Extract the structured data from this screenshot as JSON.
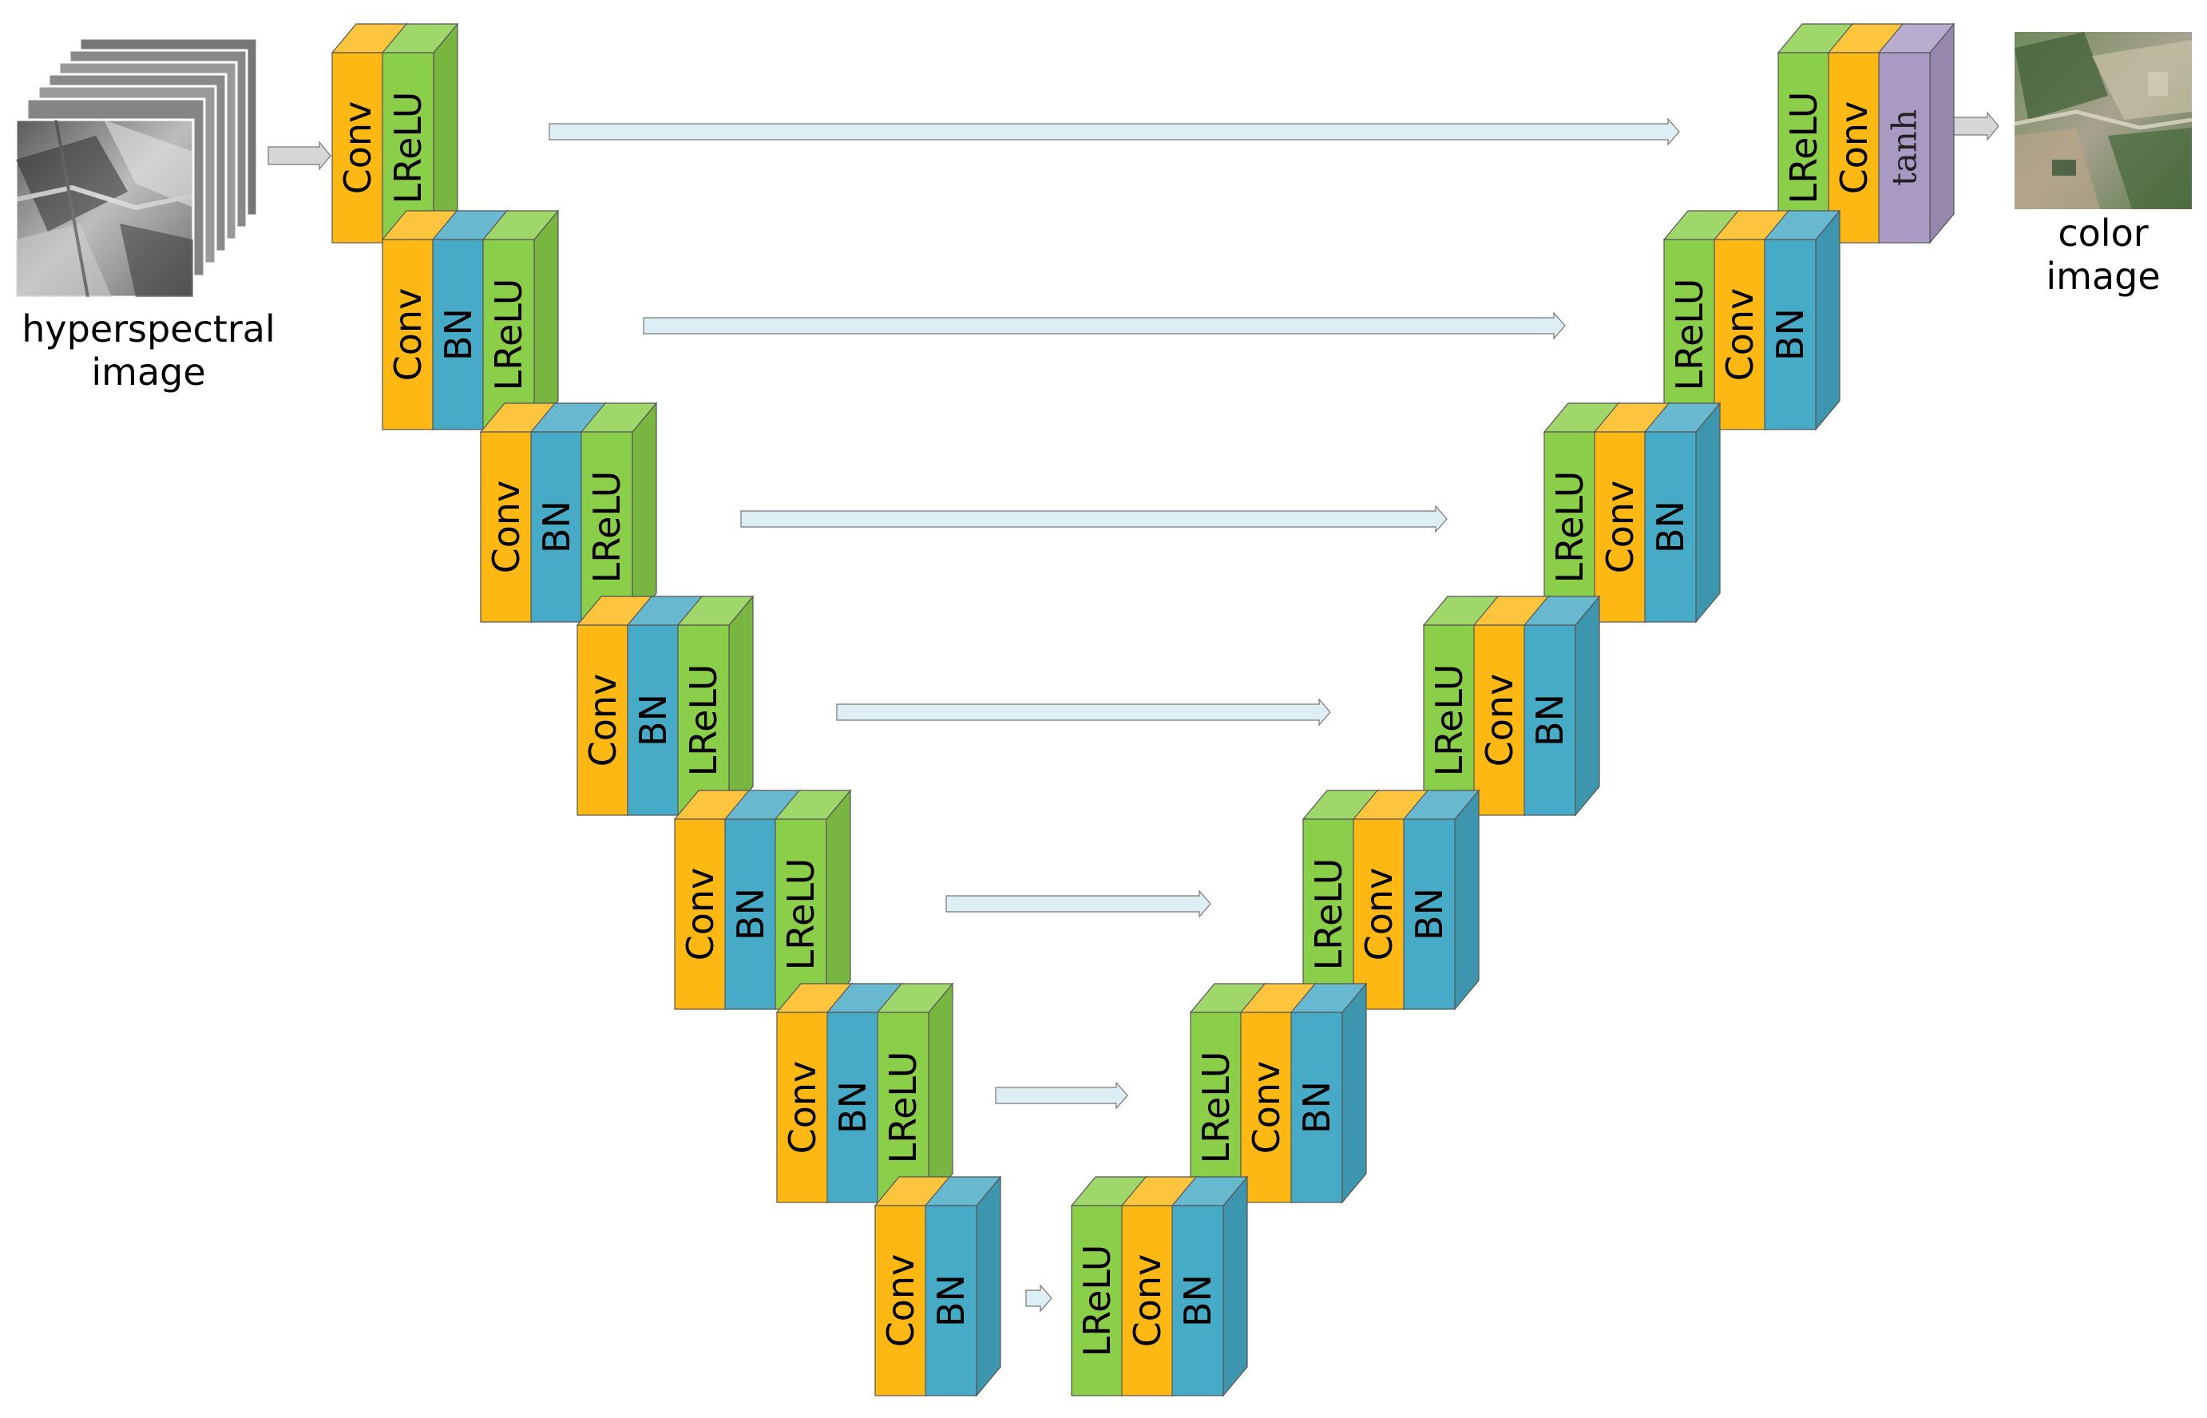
{
  "input": {
    "line1": "hyperspectral",
    "line2": "image"
  },
  "output": {
    "line1": "color",
    "line2": "image"
  },
  "layer_labels": {
    "conv": "Conv",
    "bn": "BN",
    "lrelu": "LReLU",
    "tanh": "tanh"
  },
  "colors": {
    "conv": "#FDB813",
    "bn": "#47AAC6",
    "lrelu": "#8ACE4A",
    "tanh": "#A99AC4",
    "skip_arrow": "#DDEEF5",
    "flow_arrow": "#D6D6D6"
  },
  "encoder": [
    [
      "conv",
      "lrelu"
    ],
    [
      "conv",
      "bn",
      "lrelu"
    ],
    [
      "conv",
      "bn",
      "lrelu"
    ],
    [
      "conv",
      "bn",
      "lrelu"
    ],
    [
      "conv",
      "bn",
      "lrelu"
    ],
    [
      "conv",
      "bn",
      "lrelu"
    ],
    [
      "conv",
      "bn"
    ]
  ],
  "decoder": [
    [
      "lrelu",
      "conv",
      "tanh"
    ],
    [
      "lrelu",
      "conv",
      "bn"
    ],
    [
      "lrelu",
      "conv",
      "bn"
    ],
    [
      "lrelu",
      "conv",
      "bn"
    ],
    [
      "lrelu",
      "conv",
      "bn"
    ],
    [
      "lrelu",
      "conv",
      "bn"
    ],
    [
      "lrelu",
      "conv",
      "bn"
    ]
  ]
}
